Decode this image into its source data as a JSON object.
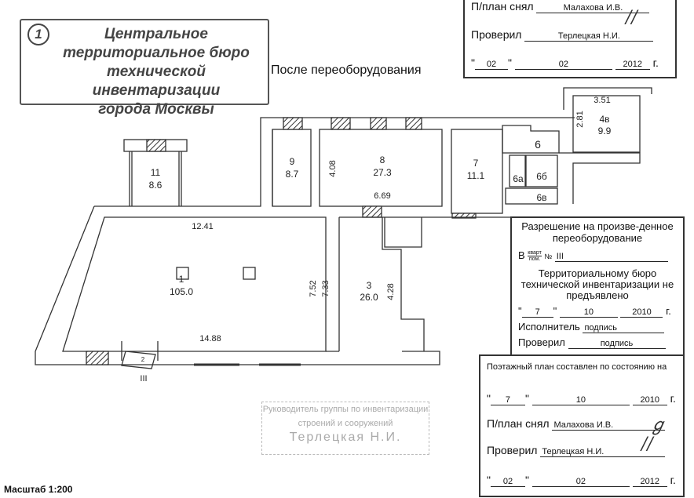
{
  "bti_stamp": {
    "number": "1",
    "lines": [
      "Центральное",
      "территориальное бюро",
      "технической инвентаризации",
      "города Москвы"
    ]
  },
  "plan_title": "После переоборудования",
  "top_box": {
    "taken_label": "П/план снял",
    "taken_by": "Малахова И.В.",
    "checked_label": "Проверил",
    "checked_by": "Терлецкая Н.И.",
    "day": "02",
    "month": "02",
    "year": "2012",
    "year_suffix": "г."
  },
  "permit_box": {
    "title": "Разрешение на произве-денное переоборудование",
    "prefix": "В",
    "frac_top": "кварт",
    "frac_bottom": "пом.",
    "no_label": "№",
    "number": "III",
    "status": "Территориальному бюро технической инвентаризации не предъявлено",
    "day": "7",
    "month": "10",
    "year": "2010",
    "year_suffix": "г.",
    "executor_label": "Исполнитель",
    "executor_value": "подпись",
    "checked_label": "Проверил",
    "checked_value": "подпись"
  },
  "bottom_box": {
    "title": "Поэтажный план составлен по состоянию на",
    "day": "7",
    "month": "10",
    "year": "2010",
    "year_suffix": "г.",
    "taken_label": "П/план снял",
    "taken_by": "Малахова И.В.",
    "checked_label": "Проверил",
    "checked_by": "Терлецкая Н.И.",
    "day2": "02",
    "month2": "02",
    "year2": "2012"
  },
  "faint_stamp": {
    "line1": "Руководитель группы по инвентаризации",
    "line2": "строений и сооружений",
    "line3": "Терлецкая Н.И."
  },
  "scale": "Масштаб 1:200",
  "rooms": [
    {
      "id": "1",
      "area": "105.0"
    },
    {
      "id": "3",
      "area": "26.0"
    },
    {
      "id": "4в",
      "area": "9.9"
    },
    {
      "id": "6",
      "area": ""
    },
    {
      "id": "6а",
      "area": ""
    },
    {
      "id": "6б",
      "area": ""
    },
    {
      "id": "6в",
      "area": ""
    },
    {
      "id": "7",
      "area": "11.1"
    },
    {
      "id": "8",
      "area": "27.3"
    },
    {
      "id": "9",
      "area": "8.7"
    },
    {
      "id": "11",
      "area": "8.6"
    }
  ],
  "dimensions": {
    "room1_top": "12.41",
    "room1_bottom": "14.88",
    "room1_right": "7.52",
    "room3_left": "7.33",
    "room3_right": "4.28",
    "room8_left": "4.08",
    "room8_bottom": "6.69",
    "room4v_top": "3.51",
    "room4v_left": "2.81"
  },
  "entrance_label": "III",
  "stair_label": "2"
}
